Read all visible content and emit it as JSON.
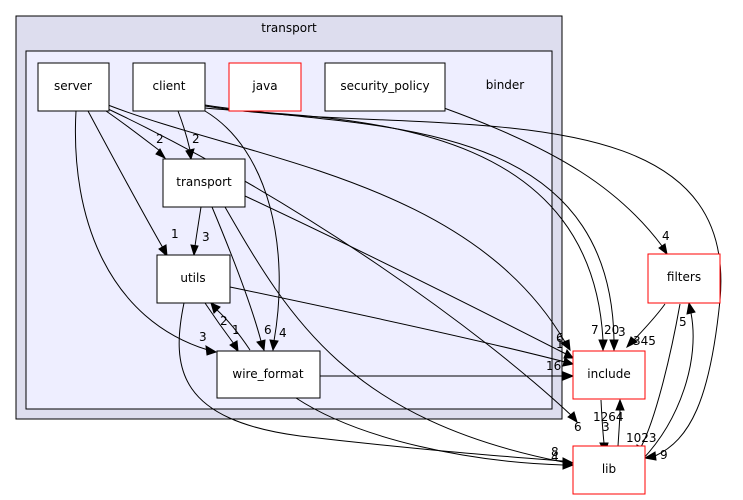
{
  "clusters": {
    "outer": {
      "label": "transport"
    },
    "inner": {
      "label": "binder"
    }
  },
  "nodes": {
    "server": {
      "label": "server"
    },
    "client": {
      "label": "client"
    },
    "java": {
      "label": "java"
    },
    "security_policy": {
      "label": "security_policy"
    },
    "transport": {
      "label": "transport"
    },
    "utils": {
      "label": "utils"
    },
    "wire_format": {
      "label": "wire_format"
    },
    "filters": {
      "label": "filters"
    },
    "include": {
      "label": "include"
    },
    "lib": {
      "label": "lib"
    }
  },
  "edge_labels": {
    "server_transport": "2",
    "client_transport": "2",
    "server_utils": "1",
    "transport_utils": "3",
    "server_wire": "3",
    "utils_wire": "2",
    "wire_utils": "1",
    "client_wire": "4",
    "transport_wire": "6",
    "to_include_a": "6",
    "to_include_b": "1",
    "to_include_c": "7",
    "to_include_d": "20",
    "to_include_e": "3",
    "wire_include": "16",
    "filters_include": "345",
    "to_filters": "4",
    "lib_filters": "5",
    "include_lib": "3",
    "lib_include": "1264",
    "filters_lib": "1023",
    "server_lib": "6",
    "client_lib": "9",
    "to_lib_a": "8",
    "to_lib_b": "4"
  },
  "colors": {
    "outer_cluster_fill": "#ddddee",
    "inner_cluster_fill": "#eeeeff",
    "external_border": "#ff0000",
    "node_border": "#000000"
  }
}
